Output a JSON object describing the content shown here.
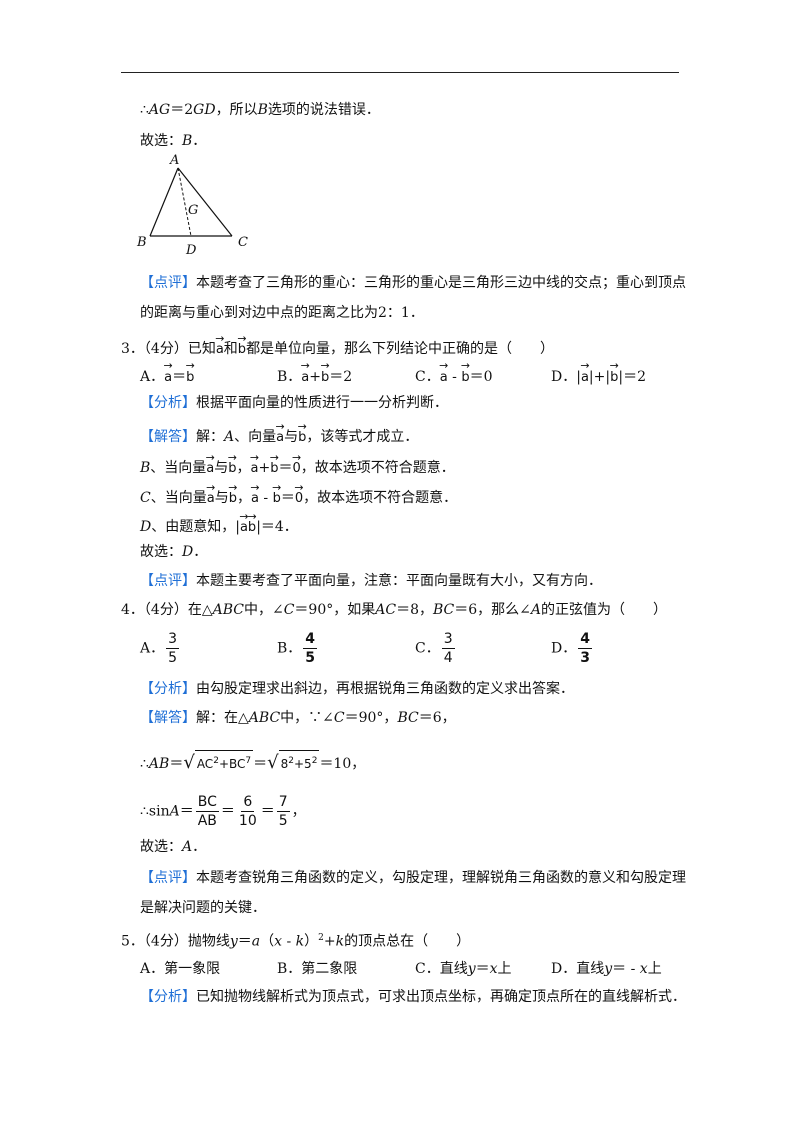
{
  "top": {
    "line1_a": "∴",
    "line1_b": "AG",
    "line1_c": "＝2",
    "line1_d": "GD",
    "line1_e": "，所以",
    "line1_f": "B",
    "line1_g": "选项的说法错误．",
    "answer_prefix": "故选：",
    "answer_val": "B",
    "answer_end": "．"
  },
  "figure": {
    "A": "A",
    "B": "B",
    "C": "C",
    "D": "D",
    "G": "G"
  },
  "q2_comment": {
    "tag": "【点评】",
    "line1": "本题考查了三角形的重心：三角形的重心是三角形三边中线的交点；重心到顶点",
    "line2": "的距离与重心到对边中点的距离之比为2：1．"
  },
  "q3": {
    "stem_a": "3．（4分）已知",
    "vec_a": "a",
    "stem_b": "和",
    "vec_b": "b",
    "stem_c": "都是单位向量，那么下列结论中正确的是（　　）",
    "options": {
      "A_label": "A．",
      "A_tail": "＝",
      "B_label": "B．",
      "B_mid": "+",
      "B_tail": "＝2",
      "C_label": "C．",
      "C_mid": " - ",
      "C_tail": "＝0",
      "D_label": "D．",
      "D_bar1": "|",
      "D_mid": "|+|",
      "D_tail": "|＝2"
    },
    "analysis_tag": "【分析】",
    "analysis": "根据平面向量的性质进行一一分析判断．",
    "solution_tag": "【解答】",
    "sol1_a": "解：",
    "sol1_b": "A",
    "sol1_c": "、向量",
    "sol1_d": "与",
    "sol1_e": "，该等式才成立．",
    "sol2_a": "B",
    "sol2_b": "、当向量",
    "sol2_c": "与",
    "sol2_d": "，",
    "sol2_e": "+",
    "sol2_f": "＝",
    "sol2_g": "0",
    "sol2_h": "，故本选项不符合题意．",
    "sol3_a": "C",
    "sol3_b": "、当向量",
    "sol3_c": "与",
    "sol3_d": "，",
    "sol3_e": " - ",
    "sol3_f": "＝",
    "sol3_g": "0",
    "sol3_h": "，故本选项不符合题意．",
    "sol4_a": "D",
    "sol4_b": "、由题意知，|",
    "sol4_c": "|＝4．",
    "answer_prefix": "故选：",
    "answer_val": "D",
    "answer_end": "．",
    "comment_tag": "【点评】",
    "comment": "本题主要考查了平面向量，注意：平面向量既有大小，又有方向．"
  },
  "q4": {
    "stem_a": "4．（4分）在△",
    "stem_b": "ABC",
    "stem_c": "中，∠",
    "stem_d": "C",
    "stem_e": "＝90°，如果",
    "stem_f": "AC",
    "stem_g": "＝8，",
    "stem_h": "BC",
    "stem_i": "＝6，那么∠",
    "stem_j": "A",
    "stem_k": "的正弦值为（　　）",
    "A_label": "A．",
    "A_num": "3",
    "A_den": "5",
    "B_label": "B．",
    "B_num": "4",
    "B_den": "5",
    "C_label": "C．",
    "C_num": "3",
    "C_den": "4",
    "D_label": "D．",
    "D_num": "4",
    "D_den": "3",
    "analysis_tag": "【分析】",
    "analysis": "由勾股定理求出斜边，再根据锐角三角函数的定义求出答案．",
    "solution_tag": "【解答】",
    "sol1_a": "解：在△",
    "sol1_b": "ABC",
    "sol1_c": "中，∵∠",
    "sol1_d": "C",
    "sol1_e": "＝90°，",
    "sol1_f": "BC",
    "sol1_g": "＝6，",
    "sol2_a": "∴",
    "sol2_b": "AB",
    "sol2_c": "＝",
    "sol2_d": "AC",
    "sol2_e": "2",
    "sol2_f": "+BC",
    "sol2_g": "7",
    "sol2_h": "＝",
    "sol2_i": "8",
    "sol2_j": "2",
    "sol2_k": "+5",
    "sol2_l": "2",
    "sol2_m": "＝10，",
    "sol3_a": "∴sin",
    "sol3_b": "A",
    "sol3_c": "＝",
    "sol3_f1n": "BC",
    "sol3_f1d": "AB",
    "sol3_eq1": "＝",
    "sol3_f2n": "6",
    "sol3_f2d": "10",
    "sol3_eq2": "＝",
    "sol3_f3n": "7",
    "sol3_f3d": "5",
    "sol3_end": "，",
    "answer_prefix": "故选：",
    "answer_val": "A",
    "answer_end": "．",
    "comment_tag": "【点评】",
    "comment1": "本题考查锐角三角函数的定义，勾股定理，理解锐角三角函数的意义和勾股定理",
    "comment2": "是解决问题的关键．"
  },
  "q5": {
    "stem_a": "5．（4分）抛物线",
    "stem_b": "y",
    "stem_c": "＝",
    "stem_d": "a",
    "stem_e": "（",
    "stem_f": "x",
    "stem_g": " - ",
    "stem_h": "k",
    "stem_i": "）",
    "stem_sup": "2",
    "stem_j": "+",
    "stem_k": "k",
    "stem_l": "的顶点总在（　　）",
    "A": "A．第一象限",
    "B": "B．第二象限",
    "C_a": "C．直线",
    "C_b": "y",
    "C_c": "＝",
    "C_d": "x",
    "C_e": "上",
    "D_a": "D．直线",
    "D_b": "y",
    "D_c": "＝ - ",
    "D_d": "x",
    "D_e": "上",
    "analysis_tag": "【分析】",
    "analysis": "已知抛物线解析式为顶点式，可求出顶点坐标，再确定顶点所在的直线解析式．"
  }
}
